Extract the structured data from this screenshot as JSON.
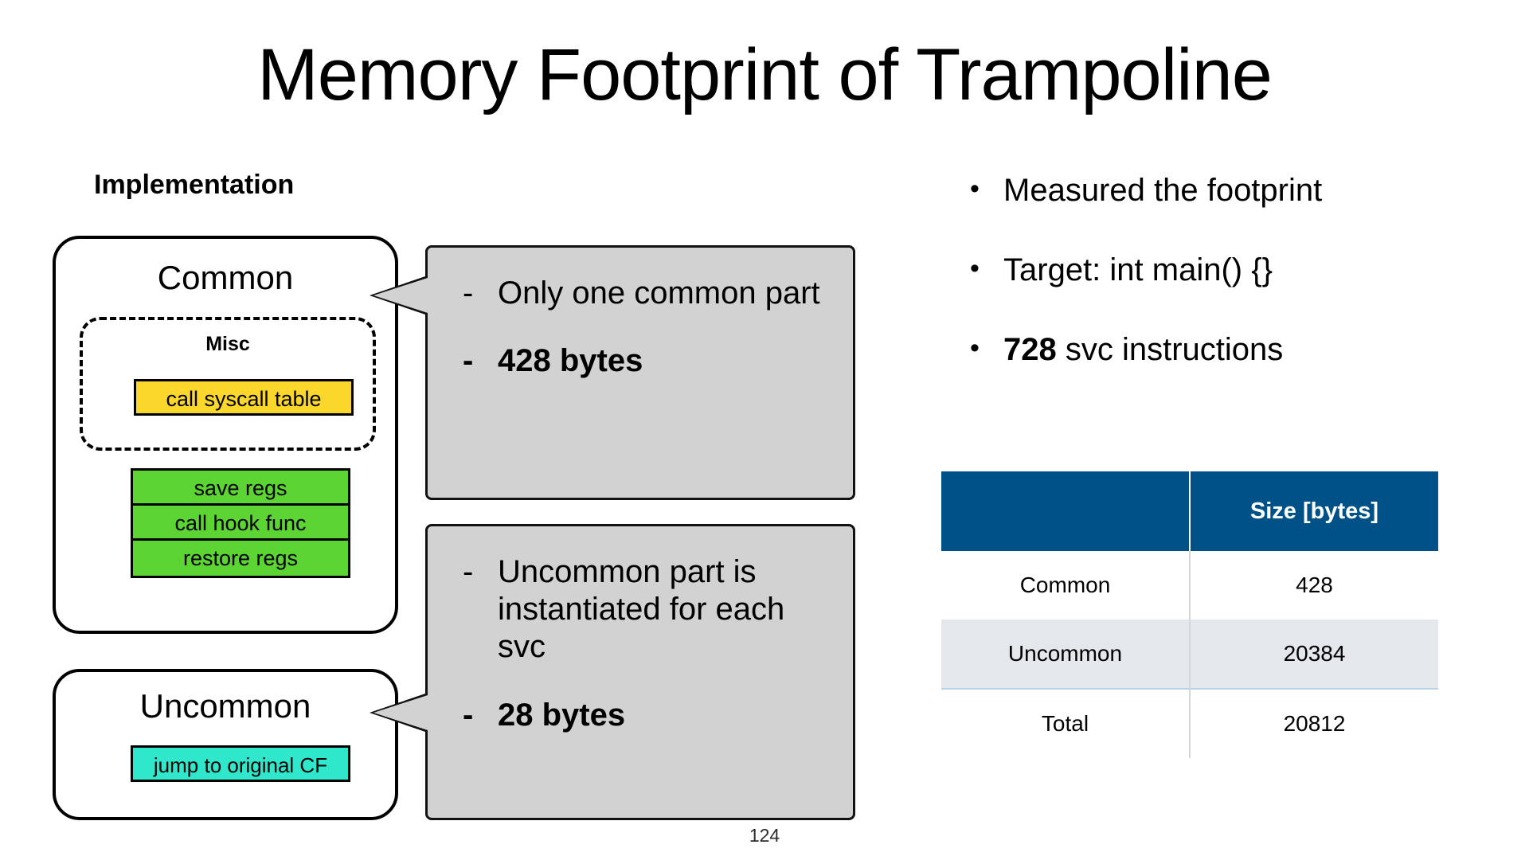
{
  "slide": {
    "title": "Memory Footprint of Trampoline",
    "page_number": "124"
  },
  "left": {
    "heading": "Implementation",
    "common_box": {
      "title": "Common",
      "misc_label": "Misc",
      "misc_bar": "call syscall table",
      "green_bars": [
        "save regs",
        "call hook func",
        "restore regs"
      ]
    },
    "uncommon_box": {
      "title": "Uncommon",
      "cyan_bar": "jump to original CF"
    }
  },
  "callouts": {
    "common": {
      "dash": "-",
      "line1": "Only one common part",
      "line2": "428 bytes"
    },
    "uncommon": {
      "dash": "-",
      "line1": "Uncommon part is instantiated for each svc",
      "line2": "28 bytes"
    }
  },
  "right": {
    "bullet_glyph": "•",
    "bullets": [
      {
        "text": "Measured the footprint",
        "strong": ""
      },
      {
        "text": "Target: int main() {}",
        "strong": ""
      },
      {
        "text": " svc instructions",
        "strong": "728"
      }
    ]
  },
  "chart_data": {
    "type": "table",
    "title": "",
    "columns": [
      "",
      "Size [bytes]"
    ],
    "rows": [
      {
        "label": "Common",
        "value": "428"
      },
      {
        "label": "Uncommon",
        "value": "20384"
      },
      {
        "label": "Total",
        "value": "20812"
      }
    ],
    "header_color": "#005187",
    "alt_row_color": "#E4E7EB"
  },
  "colors": {
    "misc_bar": "#FBD72B",
    "green_bar": "#5CD433",
    "cyan_bar": "#2FE8CB",
    "callout_bg": "#D2D2D2",
    "table_header": "#005187"
  }
}
